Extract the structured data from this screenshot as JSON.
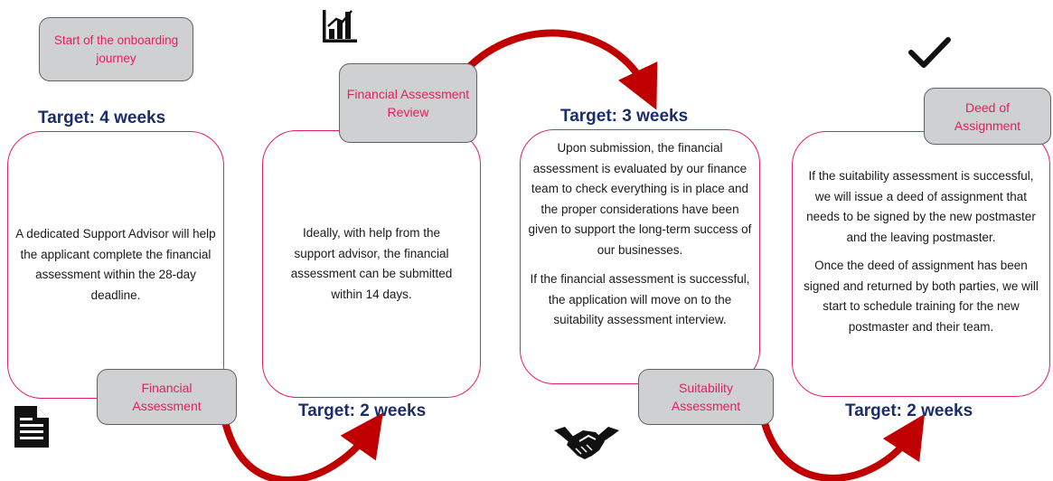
{
  "colors": {
    "accent_pink": "#e3205e",
    "target_navy": "#1b2e6b",
    "arrow_red": "#c00000",
    "box_grey": "#cfd0d1"
  },
  "icons": [
    "chart-icon",
    "checkmark-icon",
    "document-icon",
    "handshake-icon"
  ],
  "labels": {
    "start": "Start of the onboarding journey",
    "financial_assessment_review": "Financial Assessment Review",
    "deed_of_assignment": "Deed of Assignment",
    "financial_assessment": "Financial Assessment",
    "suitability_assessment": "Suitability Assessment"
  },
  "targets": {
    "step1": "Target: 4 weeks",
    "step2": "Target: 2 weeks",
    "step3": "Target: 3 weeks",
    "step4": "Target: 2 weeks"
  },
  "descriptions": {
    "step1": "A dedicated Support Advisor will help the applicant complete the financial assessment within the 28-day deadline.",
    "step2": "Ideally, with help from the support advisor, the financial assessment can be submitted within 14 days.",
    "step3_p1": "Upon submission, the financial assessment is evaluated by our finance team to check everything is in place and the proper considerations have been given to support the long-term success of our businesses.",
    "step3_p2": "If the financial assessment is successful, the application will move on to the suitability assessment interview.",
    "step4_p1": "If the suitability assessment is successful, we will issue a deed of assignment that needs to be signed by the new postmaster and the leaving postmaster.",
    "step4_p2": "Once the deed of assignment has been signed and returned by both parties, we will start to schedule training for the new postmaster and their team."
  }
}
